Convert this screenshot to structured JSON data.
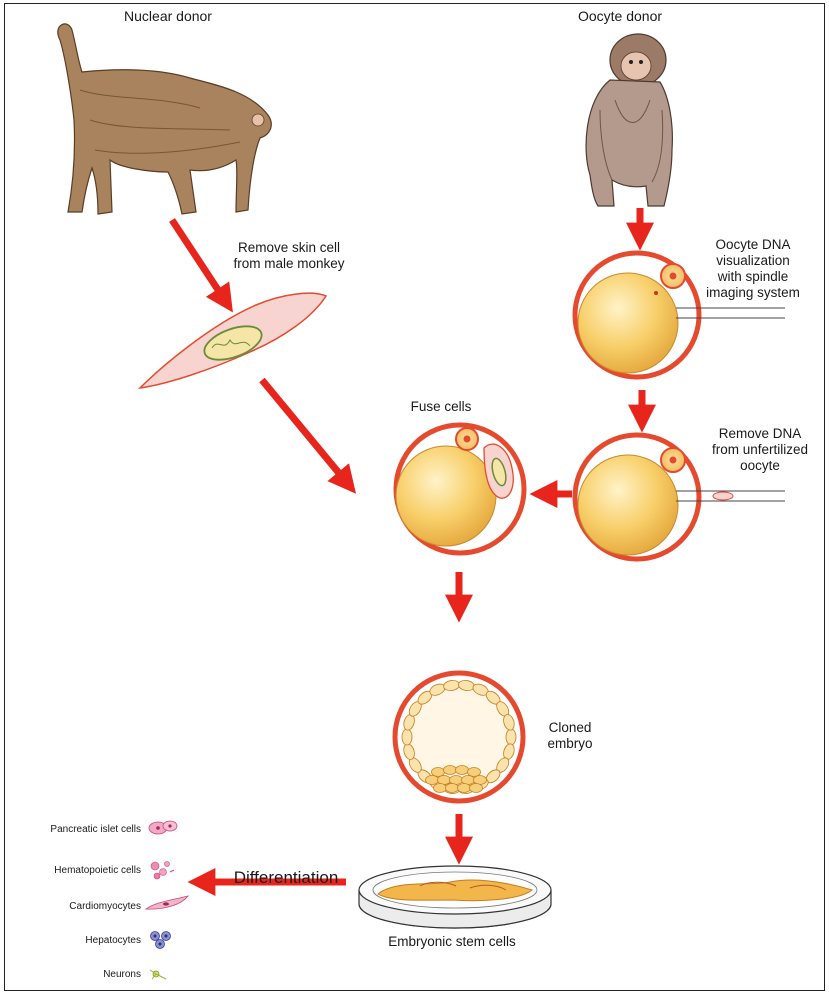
{
  "labels": {
    "nuclear_donor": "Nuclear donor",
    "oocyte_donor": "Oocyte donor",
    "remove_skin_cell": [
      "Remove skin cell",
      "from male monkey"
    ],
    "oocyte_dna_vis": [
      "Oocyte DNA",
      "visualization",
      "with spindle",
      "imaging system"
    ],
    "fuse_cells": "Fuse cells",
    "remove_dna": [
      "Remove DNA",
      "from unfertilized",
      "oocyte"
    ],
    "cloned_embryo": [
      "Cloned",
      "embryo"
    ],
    "differentiation": "Differentiation",
    "embryonic_stem_cells": "Embryonic stem cells"
  },
  "cell_types": [
    {
      "label": "Pancreatic islet cells",
      "icon": "pancreatic-cells-icon"
    },
    {
      "label": "Hematopoietic cells",
      "icon": "hematopoietic-cells-icon"
    },
    {
      "label": "Cardiomyocytes",
      "icon": "cardiomyocytes-icon"
    },
    {
      "label": "Hepatocytes",
      "icon": "hepatocytes-icon"
    },
    {
      "label": "Neurons",
      "icon": "neuron-icon"
    }
  ],
  "colors": {
    "arrow": "#e8251c",
    "cell_outline": "#e54a2e",
    "yolk": "#f6c04a",
    "skin_cell_fill": "#f7d4cf"
  }
}
